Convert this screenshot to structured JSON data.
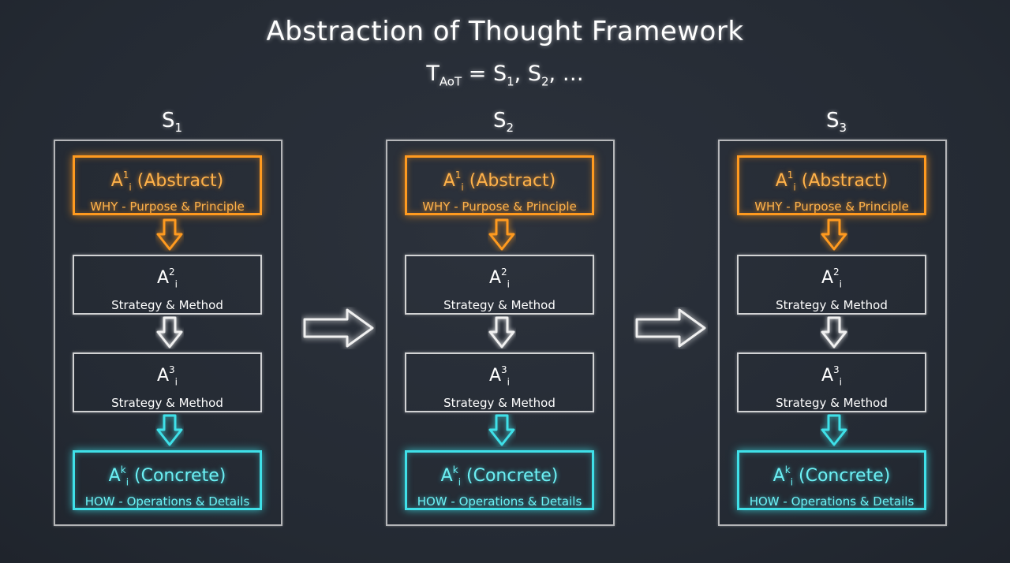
{
  "title": "Abstraction of Thought Framework",
  "formula": {
    "lhs": "T",
    "lhs_sub": "AoT",
    "eq": "=",
    "s": "S",
    "sub1": "1",
    "sub2": "2",
    "tail": "…"
  },
  "stages": [
    {
      "label": "S",
      "label_sub": "1",
      "abstract": {
        "sym": "A",
        "sup": "1",
        "sub": "i",
        "name": "(Abstract)",
        "desc": "WHY - Purpose & Principle"
      },
      "mid1": {
        "sym": "A",
        "sup": "2",
        "sub": "i",
        "desc": "Strategy & Method"
      },
      "mid2": {
        "sym": "A",
        "sup": "3",
        "sub": "i",
        "desc": "Strategy & Method"
      },
      "concrete": {
        "sym": "A",
        "sup": "k",
        "sub": "i",
        "name": "(Concrete)",
        "desc": "HOW - Operations & Details"
      }
    },
    {
      "label": "S",
      "label_sub": "2",
      "abstract": {
        "sym": "A",
        "sup": "1",
        "sub": "i",
        "name": "(Abstract)",
        "desc": "WHY - Purpose & Principle"
      },
      "mid1": {
        "sym": "A",
        "sup": "2",
        "sub": "i",
        "desc": "Strategy & Method"
      },
      "mid2": {
        "sym": "A",
        "sup": "3",
        "sub": "i",
        "desc": "Strategy & Method"
      },
      "concrete": {
        "sym": "A",
        "sup": "k",
        "sub": "i",
        "name": "(Concrete)",
        "desc": "HOW - Operations & Details"
      }
    },
    {
      "label": "S",
      "label_sub": "3",
      "abstract": {
        "sym": "A",
        "sup": "1",
        "sub": "i",
        "name": "(Abstract)",
        "desc": "WHY - Purpose & Principle"
      },
      "mid1": {
        "sym": "A",
        "sup": "2",
        "sub": "i",
        "desc": "Strategy & Method"
      },
      "mid2": {
        "sym": "A",
        "sup": "3",
        "sub": "i",
        "desc": "Strategy & Method"
      },
      "concrete": {
        "sym": "A",
        "sup": "k",
        "sub": "i",
        "name": "(Concrete)",
        "desc": "HOW - Operations & Details"
      }
    }
  ],
  "colors": {
    "background": "#262c35",
    "abstract": "#ff9a1f",
    "concrete": "#3fe0e8",
    "neutral": "#f0f0f0"
  }
}
